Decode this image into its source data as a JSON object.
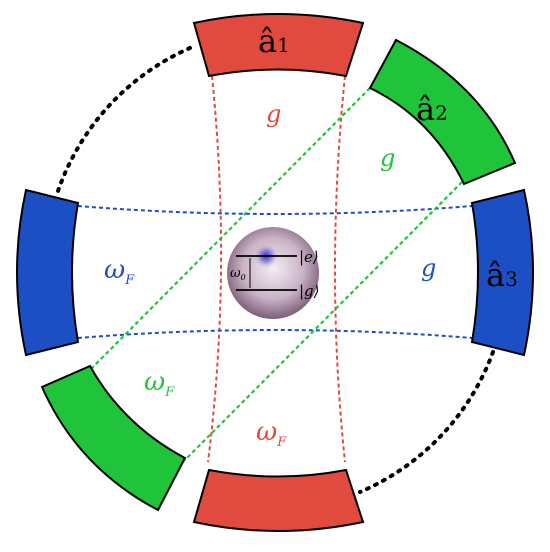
{
  "diagram": {
    "modes": [
      {
        "id": "a1",
        "label": "â",
        "subscript": "1",
        "color": "#e04a3f",
        "coupling_label": "g",
        "detuning_label": "ω",
        "detuning_sub": "F"
      },
      {
        "id": "a2",
        "label": "â",
        "subscript": "2",
        "color": "#1fc43a",
        "coupling_label": "g",
        "detuning_label": "ω",
        "detuning_sub": "F"
      },
      {
        "id": "a3",
        "label": "â",
        "subscript": "3",
        "color": "#1d4fc4",
        "coupling_label": "g",
        "detuning_label": "ω",
        "detuning_sub": "F"
      }
    ],
    "atom": {
      "excited_label": "|e⟩",
      "ground_label": "|g⟩",
      "transition_label": "ω",
      "transition_sub": "0"
    }
  }
}
